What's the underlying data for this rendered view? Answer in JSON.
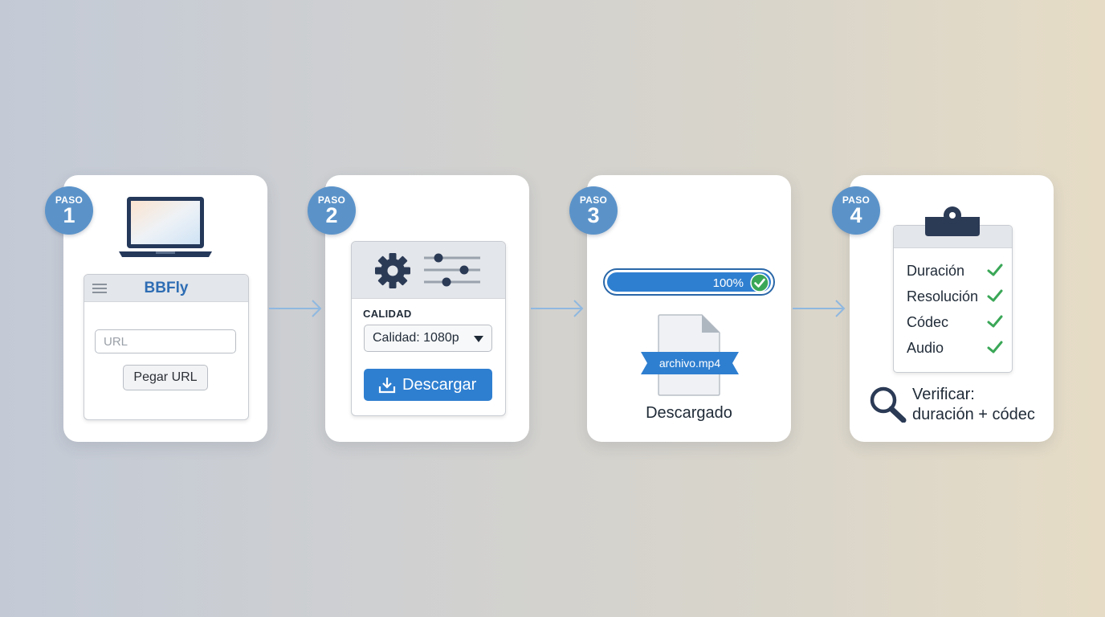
{
  "steps": [
    {
      "paso": "PASO",
      "number": "1"
    },
    {
      "paso": "PASO",
      "number": "2"
    },
    {
      "paso": "PASO",
      "number": "3"
    },
    {
      "paso": "PASO",
      "number": "4"
    }
  ],
  "step1": {
    "brand": "BBFly",
    "url_placeholder": "URL",
    "paste_button": "Pegar URL",
    "icons": [
      "laptop-icon",
      "menu-icon"
    ]
  },
  "step2": {
    "quality_label": "CALIDAD",
    "quality_value": "Calidad: 1080p",
    "download_button": "Descargar",
    "icons": [
      "gear-icon",
      "sliders-icon",
      "caret-down-icon",
      "download-icon"
    ]
  },
  "step3": {
    "progress_percent": 100,
    "progress_text": "100%",
    "file_name": "archivo.mp4",
    "status": "Descargado",
    "icons": [
      "check-circle-icon",
      "file-icon"
    ]
  },
  "step4": {
    "checks": [
      {
        "label": "Duración",
        "checked": true
      },
      {
        "label": "Resolución",
        "checked": true
      },
      {
        "label": "Códec",
        "checked": true
      },
      {
        "label": "Audio",
        "checked": true
      }
    ],
    "verify_line1": "Verificar:",
    "verify_line2": "duración + códec",
    "icons": [
      "clipboard-icon",
      "check-icon",
      "magnifier-icon"
    ]
  },
  "colors": {
    "badge": "#5b93c9",
    "accent_blue": "#2f7fd0",
    "brand_blue": "#2e6db4",
    "check_green": "#3aa757",
    "arrow": "#8fb8e0"
  }
}
